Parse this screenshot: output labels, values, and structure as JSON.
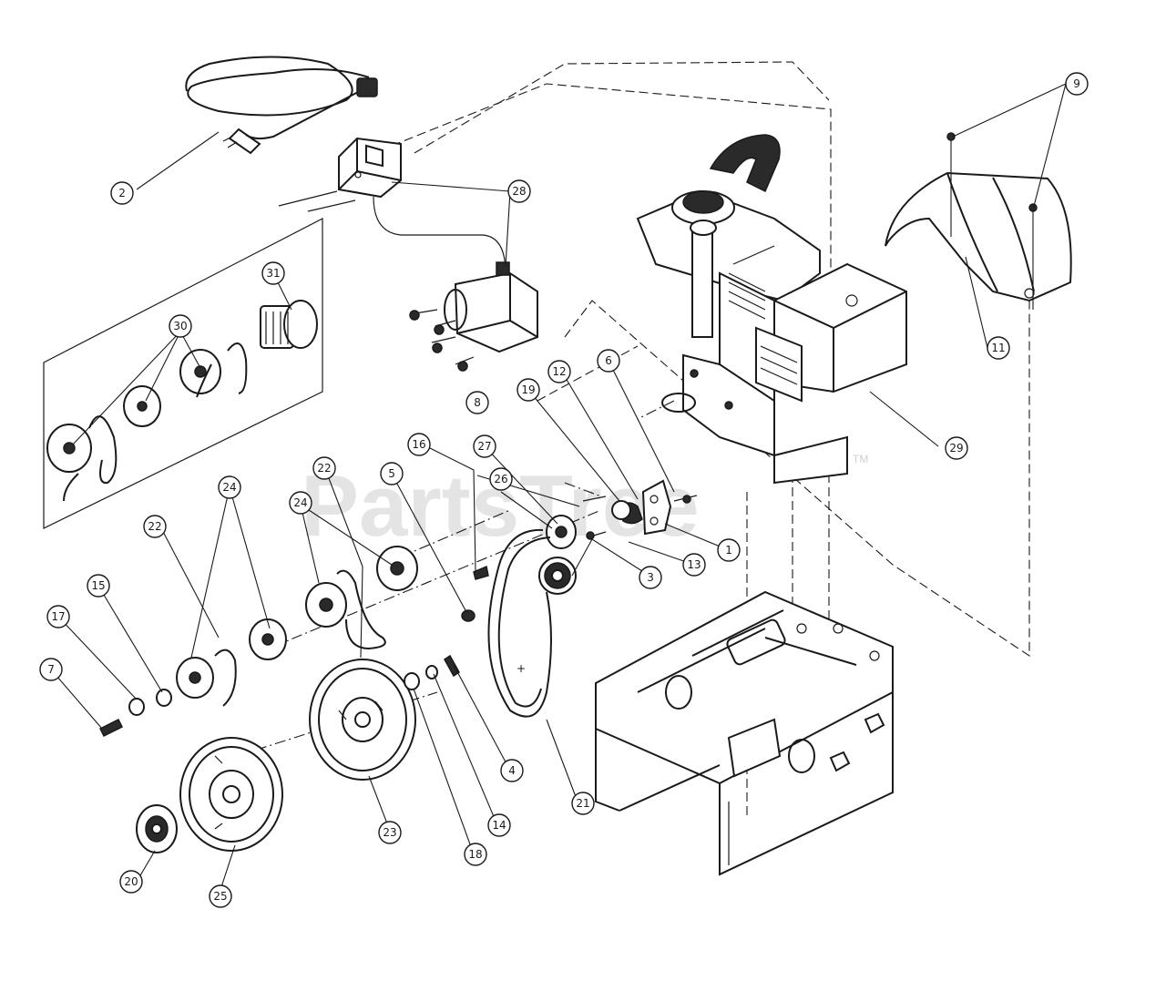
{
  "watermark": {
    "text": "PartsTree",
    "tm": "TM"
  },
  "callouts": [
    {
      "id": "c-2",
      "label": "2"
    },
    {
      "id": "c-28",
      "label": "28"
    },
    {
      "id": "c-9",
      "label": "9"
    },
    {
      "id": "c-31",
      "label": "31"
    },
    {
      "id": "c-30",
      "label": "30"
    },
    {
      "id": "c-11",
      "label": "11"
    },
    {
      "id": "c-29",
      "label": "29"
    },
    {
      "id": "c-12",
      "label": "12"
    },
    {
      "id": "c-6",
      "label": "6"
    },
    {
      "id": "c-19",
      "label": "19"
    },
    {
      "id": "c-8",
      "label": "8"
    },
    {
      "id": "c-16a",
      "label": "16"
    },
    {
      "id": "c-27",
      "label": "27"
    },
    {
      "id": "c-26",
      "label": "26"
    },
    {
      "id": "c-5",
      "label": "5"
    },
    {
      "id": "c-22a",
      "label": "22"
    },
    {
      "id": "c-24a",
      "label": "24"
    },
    {
      "id": "c-24b",
      "label": "24"
    },
    {
      "id": "c-22b",
      "label": "22"
    },
    {
      "id": "c-1",
      "label": "1"
    },
    {
      "id": "c-13",
      "label": "13"
    },
    {
      "id": "c-3",
      "label": "3"
    },
    {
      "id": "c-15",
      "label": "15"
    },
    {
      "id": "c-17",
      "label": "17"
    },
    {
      "id": "c-7",
      "label": "7"
    },
    {
      "id": "c-4",
      "label": "4"
    },
    {
      "id": "c-14",
      "label": "14"
    },
    {
      "id": "c-18",
      "label": "18"
    },
    {
      "id": "c-21",
      "label": "21"
    },
    {
      "id": "c-23",
      "label": "23"
    },
    {
      "id": "c-25",
      "label": "25"
    },
    {
      "id": "c-20",
      "label": "20"
    }
  ]
}
